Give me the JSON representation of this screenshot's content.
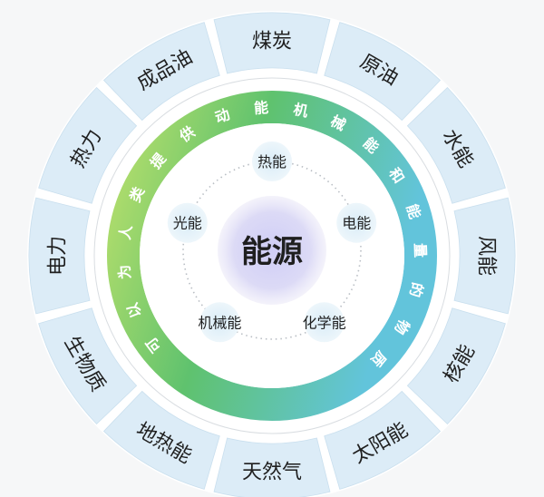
{
  "center": {
    "label": "能源"
  },
  "outer_ring": [
    "煤炭",
    "原油",
    "水能",
    "风能",
    "核能",
    "太阳能",
    "天然气",
    "地热能",
    "生物质",
    "电力",
    "热力",
    "成品油"
  ],
  "arc_text": "可以为人类提供动能、机械能和能量的物质",
  "inner_forms": [
    {
      "label": "热能"
    },
    {
      "label": "电能"
    },
    {
      "label": "化学能"
    },
    {
      "label": "机械能"
    },
    {
      "label": "光能"
    }
  ],
  "colors": {
    "segment_fill": "#dcecf7",
    "segment_gap": "#ffffff",
    "ring_green": "#6cc36f",
    "ring_teal": "#5cc2d6",
    "center_glow": "#c9c8f3",
    "text_dark": "#1f1f1f"
  }
}
